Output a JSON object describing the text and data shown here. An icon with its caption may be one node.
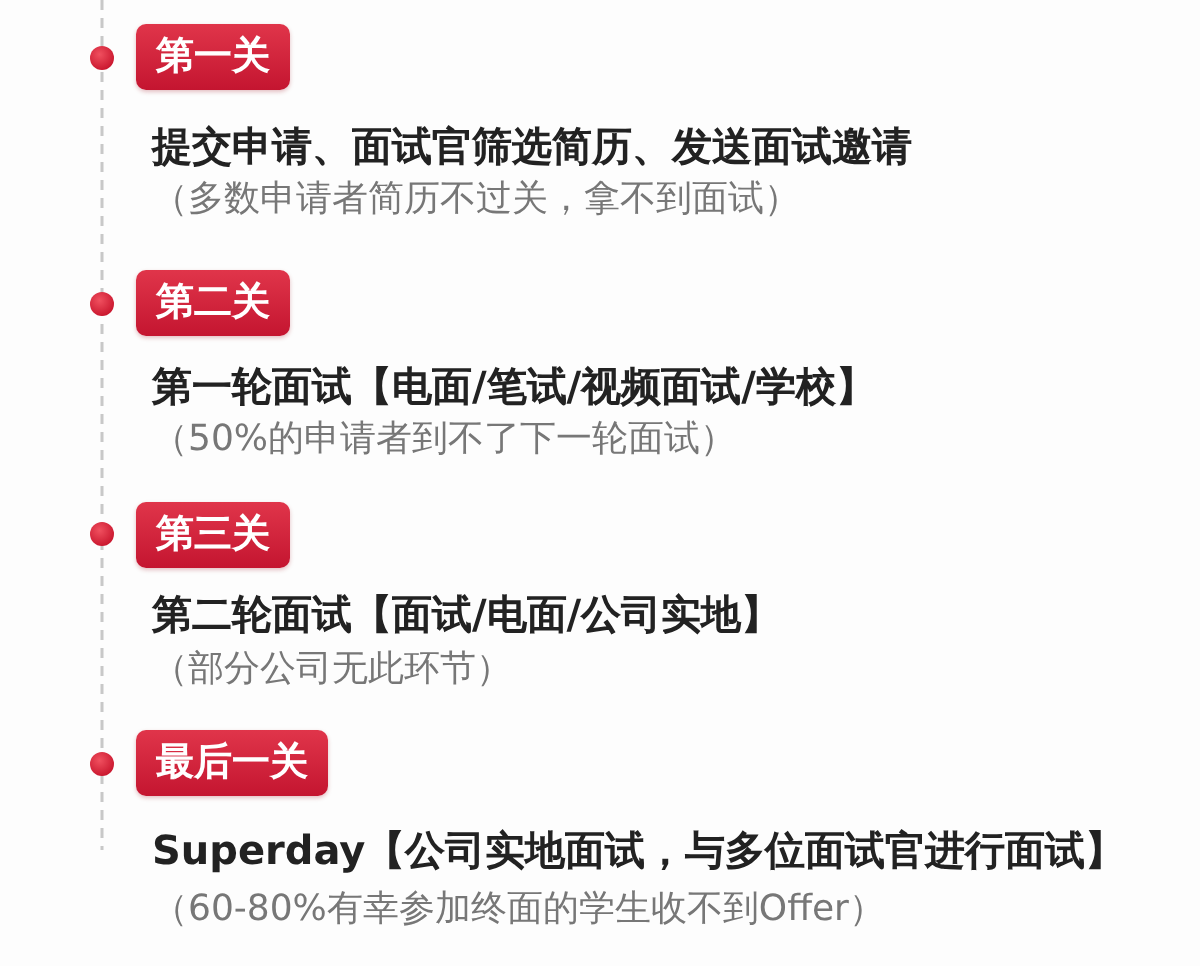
{
  "diagram": {
    "nodes": [
      {
        "text": [
          "第一关"
        ],
        "beside": [
          "提交申请、面试官筛选简历、发送面试邀请",
          "（多数申请者简历不过关，拿不到面试）"
        ]
      },
      {
        "text": [
          "第二关"
        ],
        "beside": [
          "第一轮面试【电面/笔试/视频面试/学校】",
          "（50%的申请者到不了下一轮面试）"
        ]
      },
      {
        "text": [
          "第三关"
        ],
        "beside": [
          "第二轮面试【面试/电面/公司实地】",
          "（部分公司无此环节）"
        ]
      },
      {
        "text": [
          "最后一关"
        ],
        "beside": [
          "Superday【公司实地面试，与多位面试官进行面试】",
          "（60-80%有幸参加终面的学生收不到Offer）"
        ]
      }
    ]
  }
}
